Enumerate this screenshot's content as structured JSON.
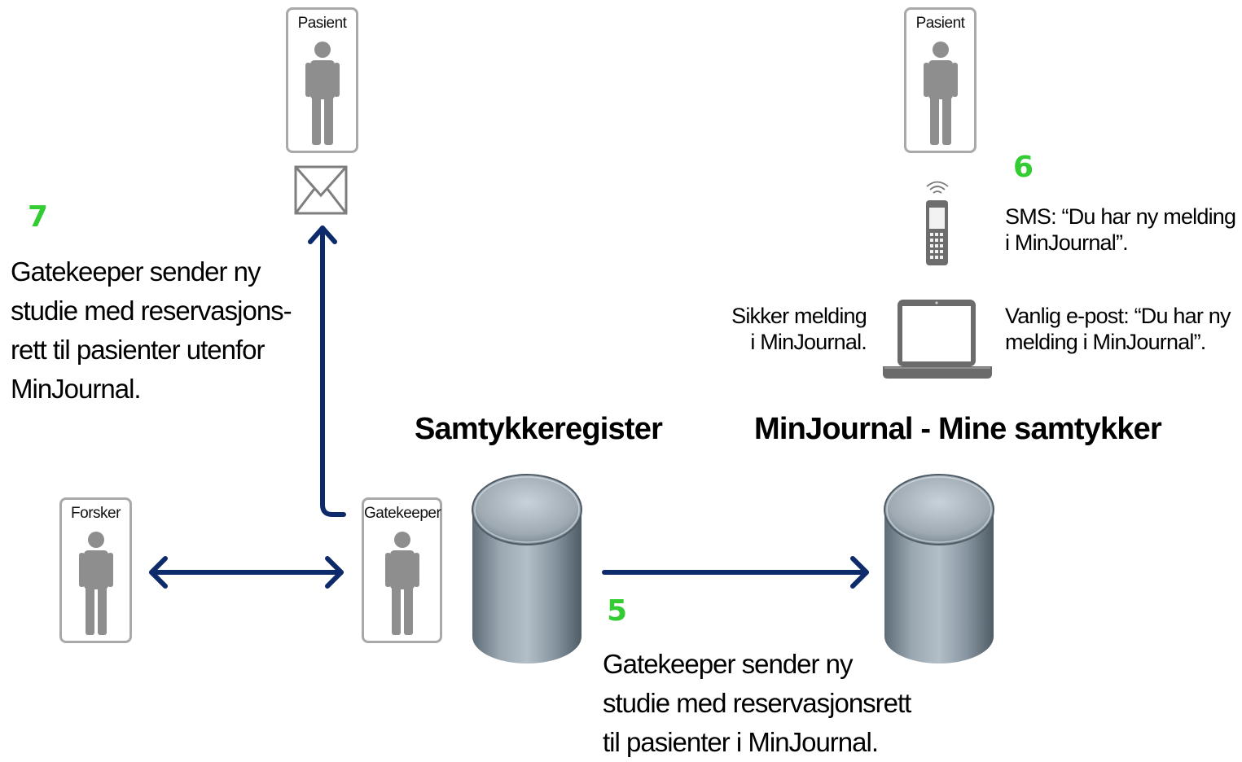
{
  "actors": {
    "patient_left": "Pasient",
    "patient_right": "Pasient",
    "researcher": "Forsker",
    "gatekeeper": "Gatekeeper"
  },
  "headings": {
    "consent_registry": "Samtykkeregister",
    "minjournal": "MinJournal - Mine samtykker"
  },
  "steps": {
    "step5": {
      "number": "5",
      "text": "Gatekeeper sender ny\nstudie med reservasjonsrett\ntil pasienter i MinJournal."
    },
    "step6": {
      "number": "6",
      "sms_text": "SMS: “Du har ny melding\ni MinJournal”.",
      "email_text": "Vanlig e-post: “Du har ny\nmelding i MinJournal”.",
      "secure_text": "Sikker melding\ni MinJournal."
    },
    "step7": {
      "number": "7",
      "text": "Gatekeeper sender ny\nstudie med reservasjons-\nrett til pasienter utenfor\nMinJournal."
    }
  },
  "icons": {
    "envelope": "envelope-icon",
    "phone": "mobile-phone-icon",
    "laptop": "laptop-icon",
    "database": "database-icon",
    "person": "person-icon"
  },
  "colors": {
    "arrow": "#0d2a6b",
    "step_number": "#33cc33",
    "card_border": "#a9a9a9",
    "person": "#8e8e8e"
  }
}
